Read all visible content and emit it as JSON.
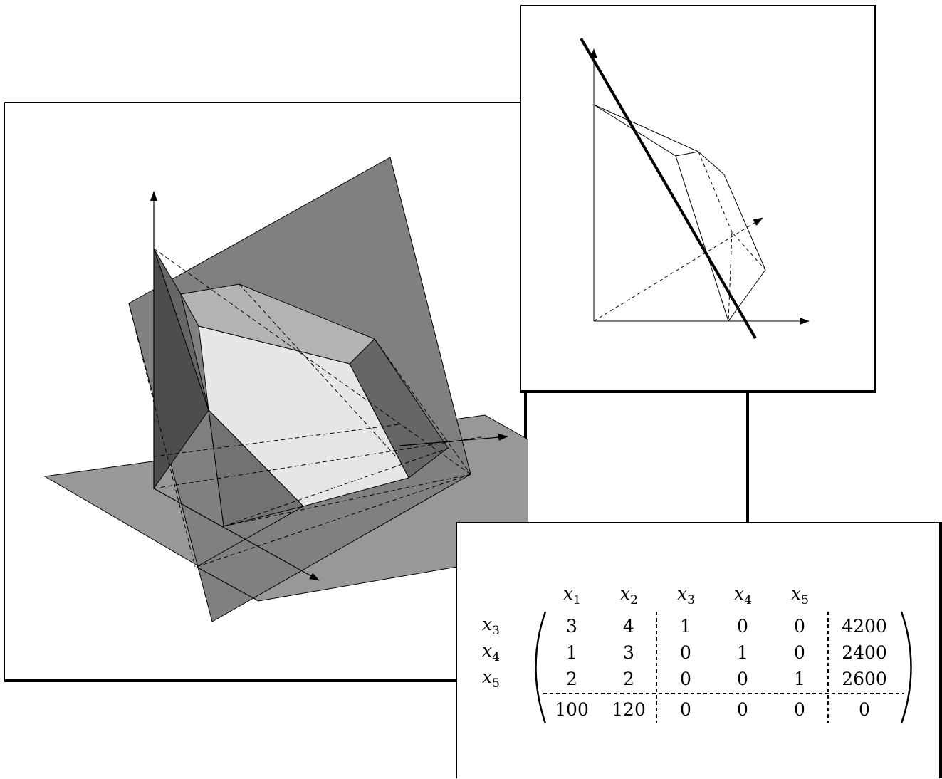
{
  "tableau": {
    "column_headers": [
      {
        "var": "x",
        "sub": "1"
      },
      {
        "var": "x",
        "sub": "2"
      },
      {
        "var": "x",
        "sub": "3"
      },
      {
        "var": "x",
        "sub": "4"
      },
      {
        "var": "x",
        "sub": "5"
      }
    ],
    "rows": [
      {
        "basis": {
          "var": "x",
          "sub": "3"
        },
        "cells": [
          "3",
          "4",
          "1",
          "0",
          "0",
          "4200"
        ]
      },
      {
        "basis": {
          "var": "x",
          "sub": "4"
        },
        "cells": [
          "1",
          "3",
          "0",
          "1",
          "0",
          "2400"
        ]
      },
      {
        "basis": {
          "var": "x",
          "sub": "5"
        },
        "cells": [
          "2",
          "2",
          "0",
          "0",
          "1",
          "2600"
        ]
      }
    ],
    "objective_row": [
      "100",
      "120",
      "0",
      "0",
      "0",
      "0"
    ]
  },
  "colors": {
    "plane_dark": "#808080",
    "plane_mid": "#989898",
    "face_light": "#e6e6e6",
    "face_top": "#b3b3b3",
    "face_side": "#666666",
    "face_darkest": "#4d4d4d",
    "line": "#000000"
  }
}
